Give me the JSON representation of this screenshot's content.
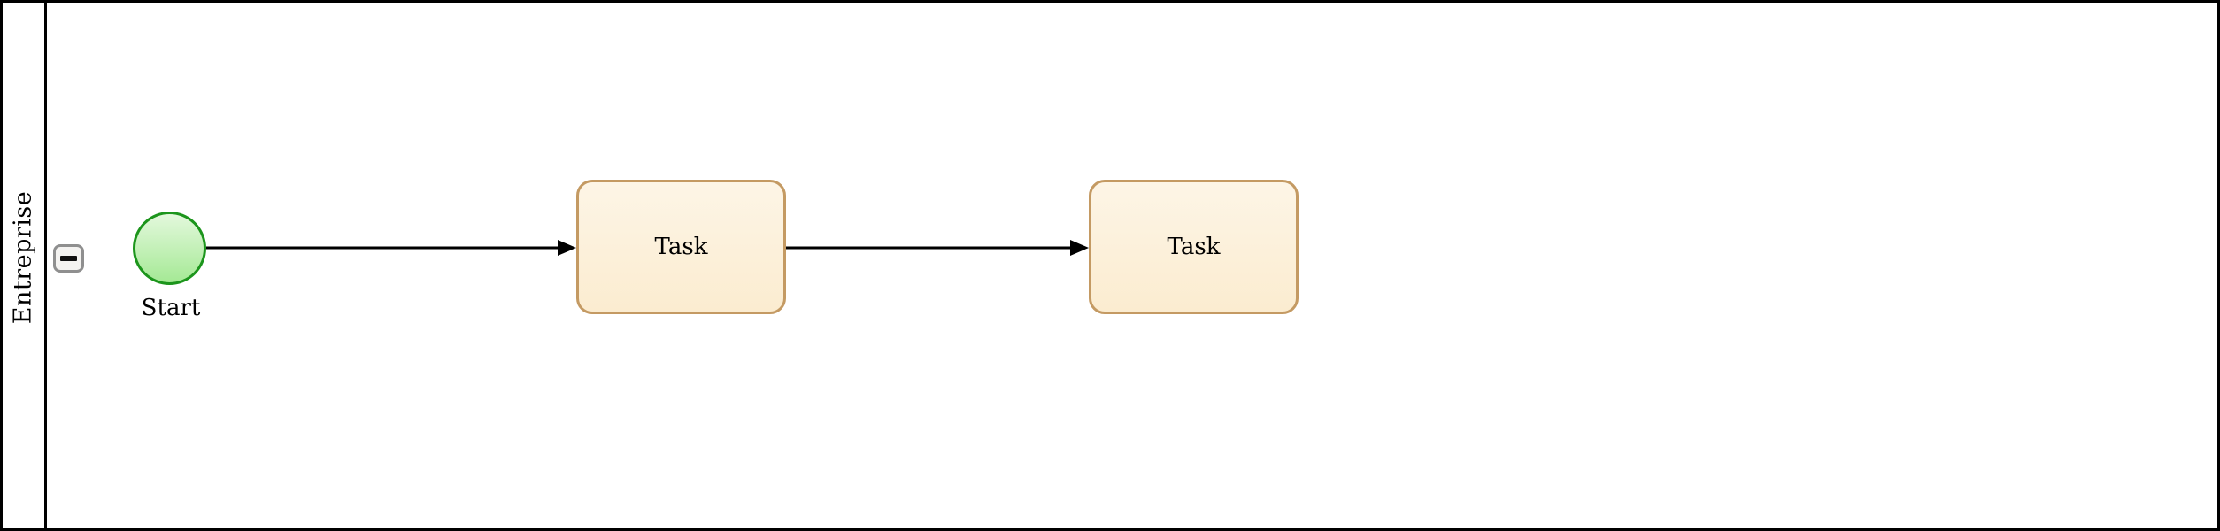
{
  "diagram": {
    "type": "bpmn-process",
    "pool": {
      "lane_label": "Entreprise",
      "collapse_button": {
        "glyph": "minus",
        "state": "expanded"
      }
    },
    "nodes": [
      {
        "id": "start-event",
        "kind": "start-event",
        "label": "Start"
      },
      {
        "id": "task-1",
        "kind": "task",
        "label": "Task"
      },
      {
        "id": "task-2",
        "kind": "task",
        "label": "Task"
      }
    ],
    "flows": [
      {
        "id": "flow-1",
        "from": "start-event",
        "to": "task-1"
      },
      {
        "id": "flow-2",
        "from": "task-1",
        "to": "task-2"
      }
    ],
    "colors": {
      "pool_border": "#000000",
      "event_border": "#1c951c",
      "event_fill_top": "#e3f8dc",
      "event_fill_bottom": "#a5e995",
      "task_border": "#c49a63",
      "task_fill_top": "#fdf5e6",
      "task_fill_bottom": "#fbecd0",
      "button_border": "#8f8f8f",
      "button_fill": "#f4f3f1",
      "flow_stroke": "#000000"
    }
  }
}
